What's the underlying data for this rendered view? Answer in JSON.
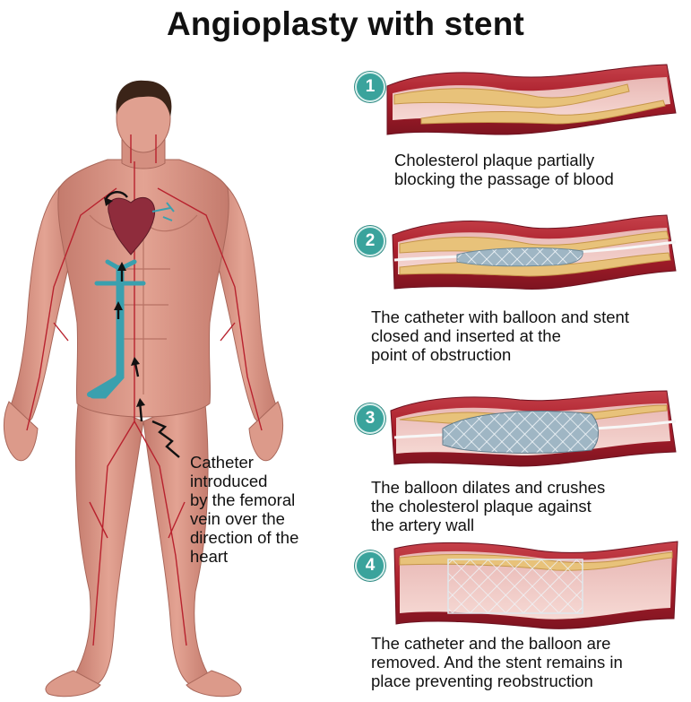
{
  "title": "Angioplasty with stent",
  "colors": {
    "skin": "#d9978a",
    "skin_dark": "#b46d60",
    "artery": "#b8222e",
    "vein": "#3aa0ae",
    "plaque": "#e8c27a",
    "badge": "#3aa39c",
    "hair": "#3b2418"
  },
  "annotation": {
    "catheter": "Catheter\nintroduced\nby the femoral\nvein over the\ndirection of the\nheart"
  },
  "steps": [
    {
      "number": "1",
      "caption": "Cholesterol plaque partially\nblocking the passage of blood"
    },
    {
      "number": "2",
      "caption": "The catheter with balloon and stent\nclosed and inserted at the\npoint of obstruction"
    },
    {
      "number": "3",
      "caption": "The balloon dilates and crushes\nthe cholesterol plaque against\nthe artery wall"
    },
    {
      "number": "4",
      "caption": "The catheter and the balloon are\nremoved. And the stent remains in\nplace preventing reobstruction"
    }
  ]
}
